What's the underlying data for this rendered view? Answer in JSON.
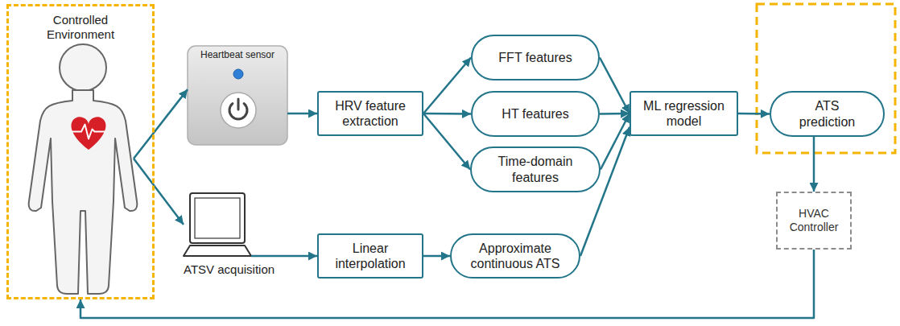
{
  "diagram": {
    "nodes": [
      {
        "text": [
          "Controlled Environment"
        ]
      },
      {
        "text": [
          "Heartbeat sensor"
        ]
      },
      {
        "text": [
          "HRV feature extraction"
        ]
      },
      {
        "text": [
          "FFT features"
        ]
      },
      {
        "text": [
          "HT features"
        ]
      },
      {
        "text": [
          "Time-domain features"
        ]
      },
      {
        "text": [
          "ML regression model"
        ]
      },
      {
        "text": [
          "ATS prediction"
        ]
      },
      {
        "text": [
          "HVAC Controller"
        ]
      },
      {
        "text": [
          "ATSV acquisition"
        ]
      },
      {
        "text": [
          "Linear interpolation"
        ]
      },
      {
        "text": [
          "Approximate continuous ATS"
        ]
      }
    ],
    "edges": [
      {
        "from": 0,
        "to": 1,
        "arrow": "to"
      },
      {
        "from": 0,
        "to": 9,
        "arrow": "to"
      },
      {
        "from": 1,
        "to": 2,
        "arrow": "to"
      },
      {
        "from": 2,
        "to": 3,
        "arrow": "to"
      },
      {
        "from": 2,
        "to": 4,
        "arrow": "to"
      },
      {
        "from": 2,
        "to": 5,
        "arrow": "to"
      },
      {
        "from": 3,
        "to": 6,
        "arrow": "to"
      },
      {
        "from": 4,
        "to": 6,
        "arrow": "to"
      },
      {
        "from": 5,
        "to": 6,
        "arrow": "to"
      },
      {
        "from": 11,
        "to": 6,
        "arrow": "to"
      },
      {
        "from": 6,
        "to": 7,
        "arrow": "to"
      },
      {
        "from": 7,
        "to": 8,
        "arrow": "to"
      },
      {
        "from": 8,
        "to": 0,
        "arrow": "to"
      },
      {
        "from": 9,
        "to": 10,
        "arrow": "to"
      },
      {
        "from": 10,
        "to": 11,
        "arrow": "to"
      }
    ]
  }
}
